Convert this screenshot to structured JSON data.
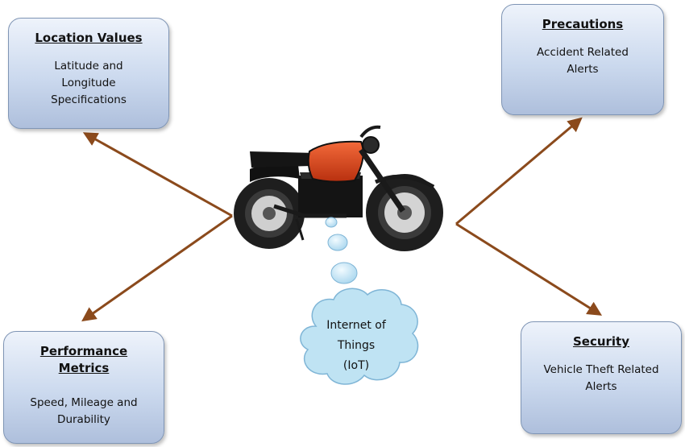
{
  "boxes": {
    "location": {
      "title": "Location Values",
      "desc_lines": [
        "Latitude and",
        "Longitude",
        "Specifications"
      ]
    },
    "precautions": {
      "title": "Precautions",
      "desc_lines": [
        "Accident Related",
        "Alerts"
      ]
    },
    "performance": {
      "title_lines": [
        "Performance",
        "Metrics"
      ],
      "desc_lines": [
        "Speed, Mileage and",
        "Durability"
      ]
    },
    "security": {
      "title": "Security",
      "desc_lines": [
        "Vehicle Theft Related",
        "Alerts"
      ]
    }
  },
  "cloud": {
    "lines": [
      "Internet of",
      "Things",
      "(IoT)"
    ]
  },
  "colors": {
    "arrow": "#8b4a1c",
    "box_border": "#7f95b5",
    "cloud": "#bfe3f3",
    "tank": "#d8401a"
  },
  "icons": [
    "motorcycle-image",
    "cloud-shape"
  ]
}
